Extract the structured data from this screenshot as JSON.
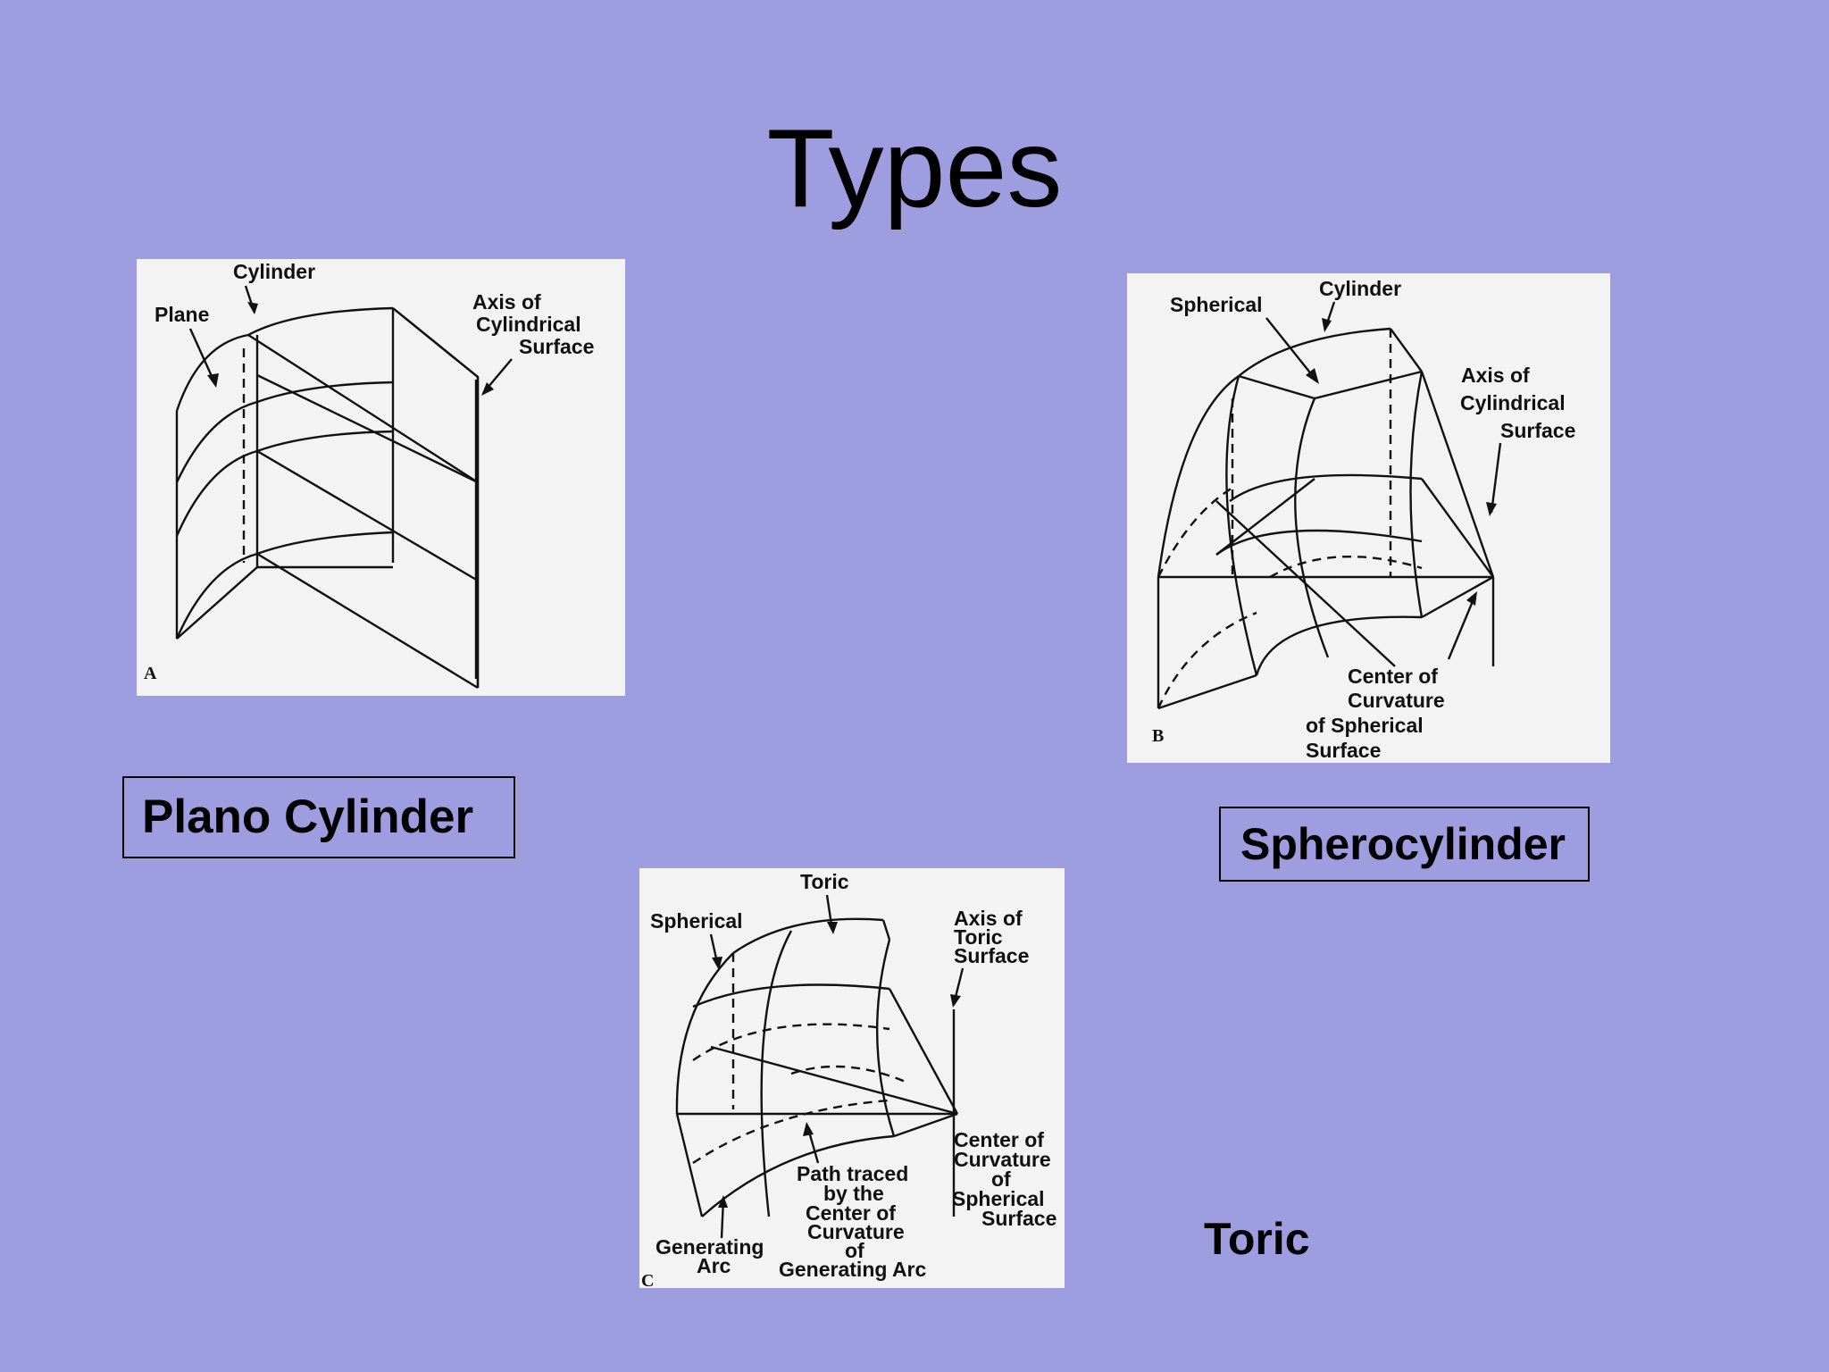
{
  "slide": {
    "title": "Types",
    "background": "#9e9de0"
  },
  "figures": {
    "a": {
      "letter": "A",
      "labels": {
        "cylinder": "Cylinder",
        "plane": "Plane",
        "axis_line1": "Axis of",
        "axis_line2": "Cylindrical",
        "axis_line3": "Surface"
      }
    },
    "b": {
      "letter": "B",
      "labels": {
        "spherical": "Spherical",
        "cylinder": "Cylinder",
        "axis_line1": "Axis of",
        "axis_line2": "Cylindrical",
        "axis_line3": "Surface",
        "center_line1": "Center of",
        "center_line2": "Curvature",
        "center_line3": "of Spherical",
        "center_line4": "Surface"
      }
    },
    "c": {
      "letter": "C",
      "labels": {
        "toric": "Toric",
        "spherical": "Spherical",
        "axis_line1": "Axis of",
        "axis_line2": "Toric",
        "axis_line3": "Surface",
        "center_line1": "Center of",
        "center_line2": "Curvature",
        "center_line3": "of",
        "center_line4": "Spherical",
        "center_line5": "Surface",
        "path_line1": "Path traced",
        "path_line2": "by the",
        "path_line3": "Center of",
        "path_line4": "Curvature",
        "path_line5": "of",
        "path_line6": "Generating Arc",
        "gen_line1": "Generating",
        "gen_line2": "Arc"
      }
    }
  },
  "captions": {
    "plano_cylinder": "Plano Cylinder",
    "spherocylinder": "Spherocylinder",
    "toric": "Toric"
  }
}
